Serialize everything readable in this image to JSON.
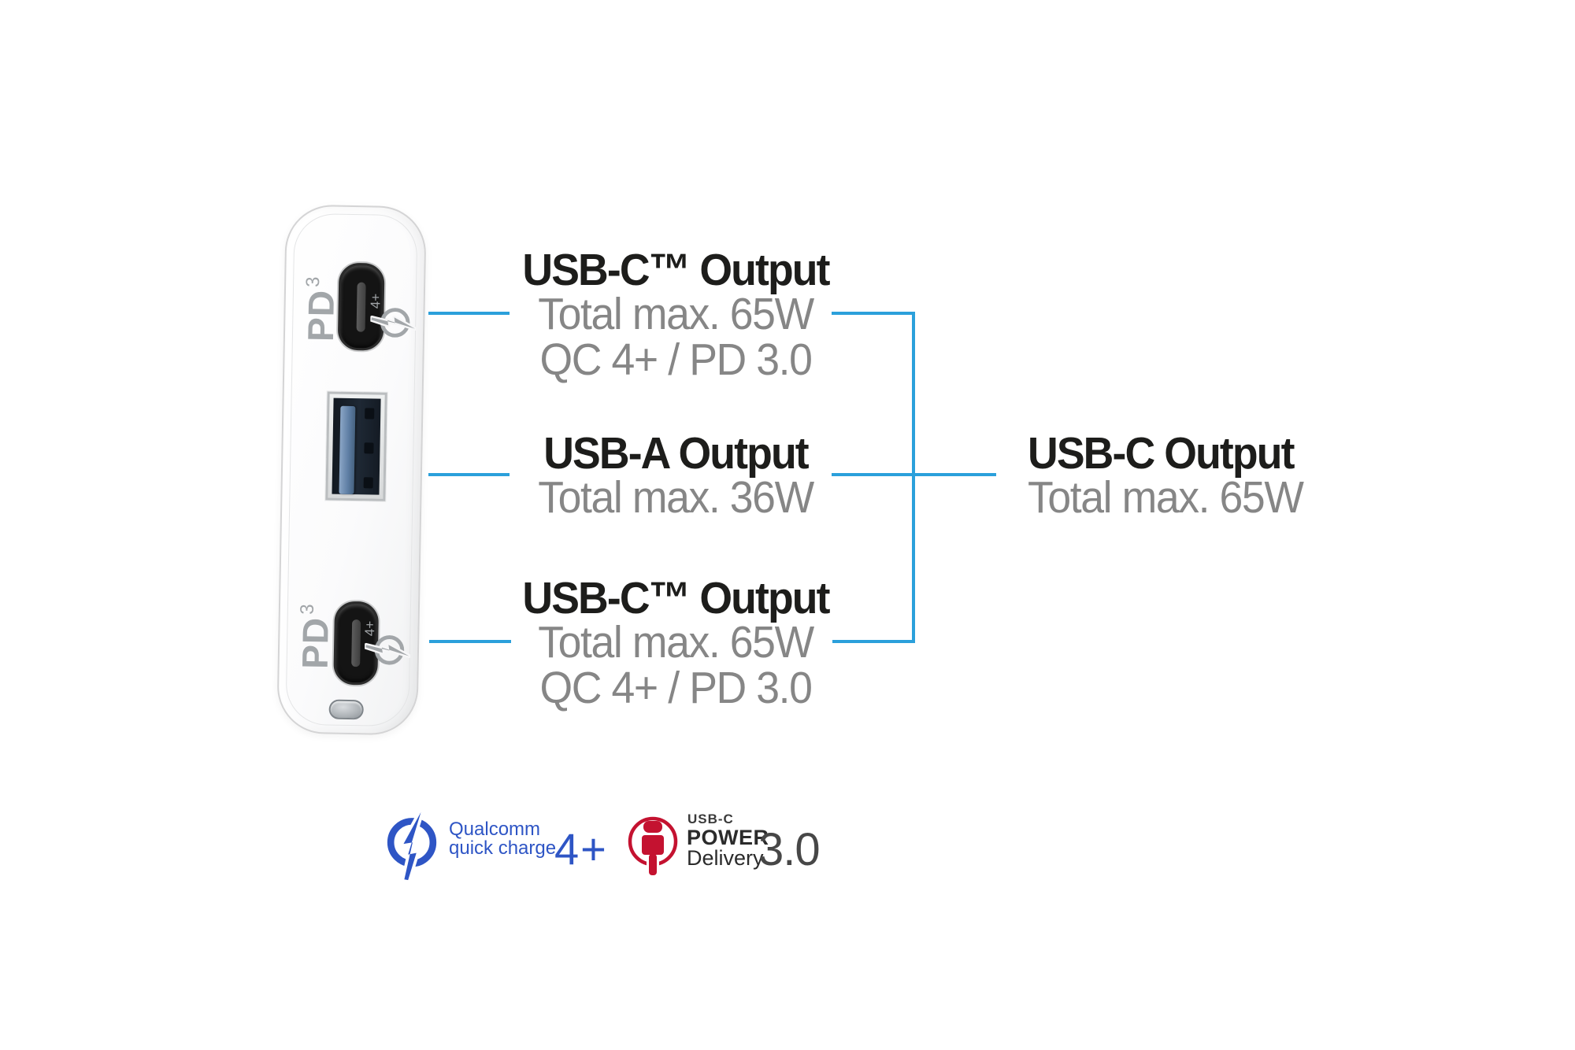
{
  "device": {
    "pd_marking": "PD",
    "pd_marking_sup": "3",
    "qc_marking": "4+"
  },
  "annotations": {
    "port1": {
      "title": "USB-C™ Output",
      "spec": "Total max. 65W",
      "protocols": "QC 4+ / PD 3.0"
    },
    "port2": {
      "title": "USB-A Output",
      "spec": "Total max. 36W"
    },
    "port3": {
      "title": "USB-C™ Output",
      "spec": "Total max. 65W",
      "protocols": "QC 4+ / PD 3.0"
    },
    "combined": {
      "title": "USB-C Output",
      "spec": "Total max. 65W"
    }
  },
  "logos": {
    "quick_charge": {
      "brand": "Qualcomm",
      "product": "quick charge",
      "version": "4+"
    },
    "power_delivery": {
      "connector": "USB-C",
      "line1": "POWER",
      "line2": "Delivery",
      "version": "3.0"
    }
  },
  "colors": {
    "line": "#2BA0DB",
    "title": "#1d1d1b",
    "gray": "#868686",
    "mark": "#a2a6a9",
    "qc": "#2E55C5",
    "pd": "#C41230"
  }
}
